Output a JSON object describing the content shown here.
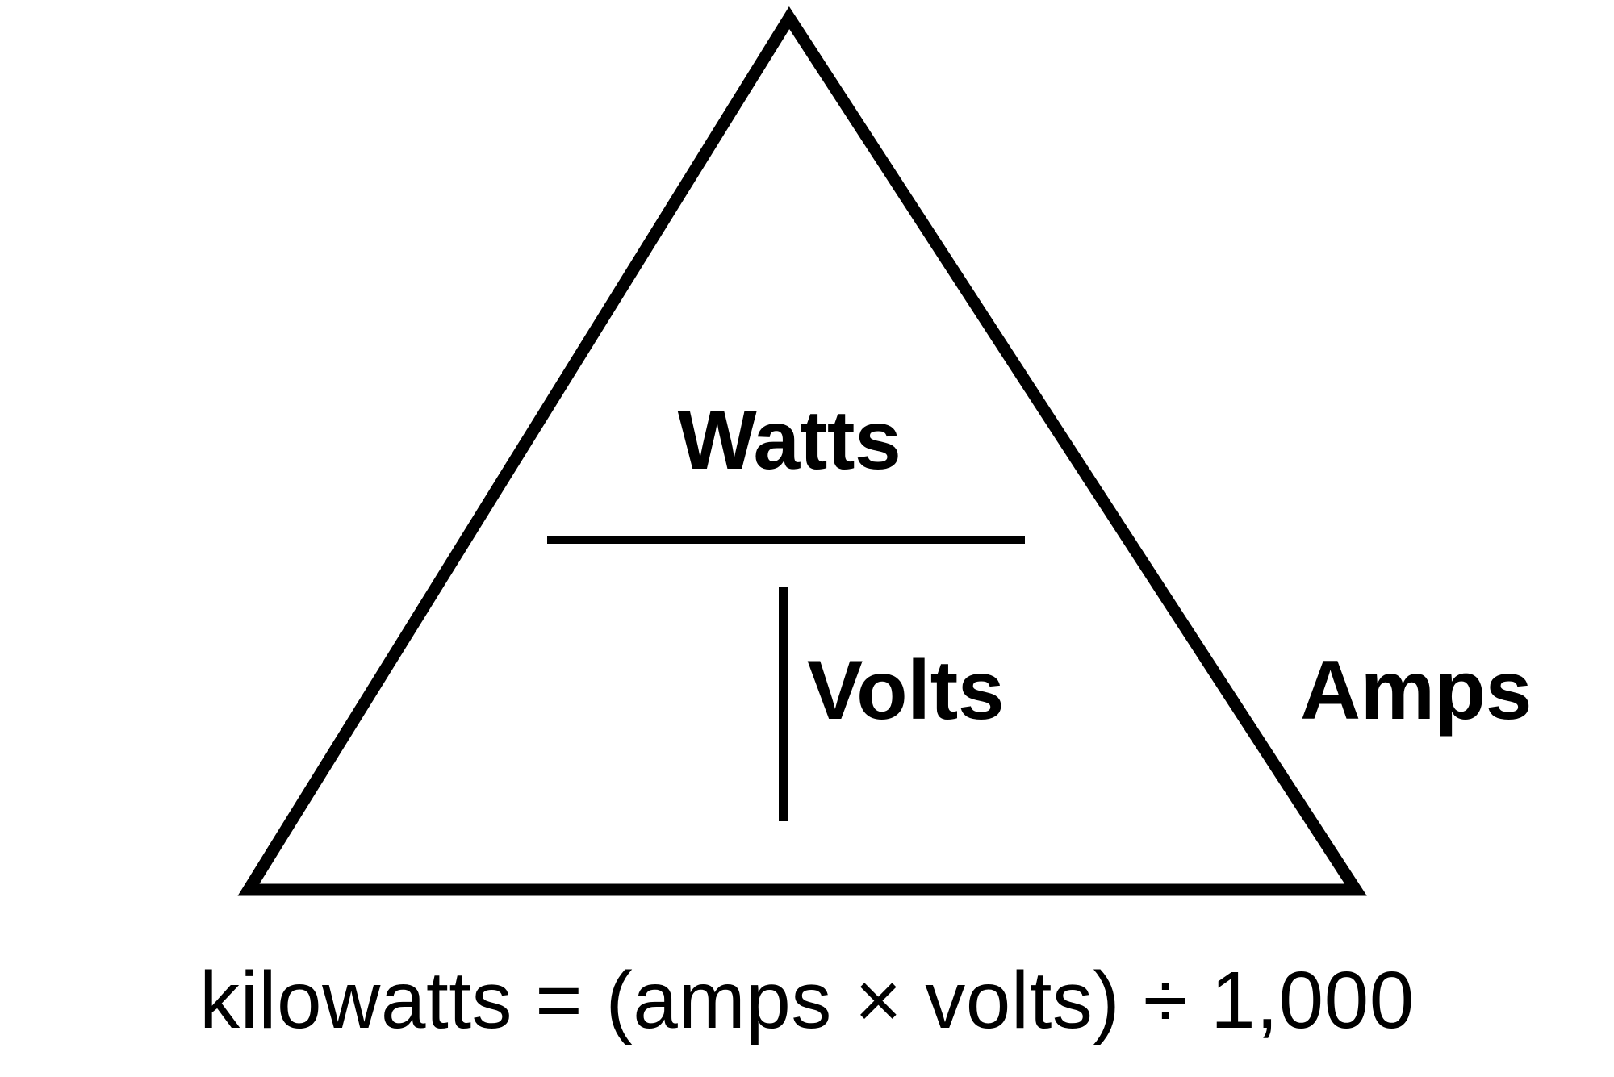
{
  "diagram": {
    "type": "formula-triangle",
    "title_text": "",
    "numerator": {
      "label": "Watts"
    },
    "denominator": {
      "left_label": "Amps",
      "right_label": "Volts"
    },
    "fraction_bar": "horizontal-divider",
    "denominator_divider": "vertical-divider",
    "shape": {
      "name": "triangle",
      "stroke_color": "#000000",
      "fill_color": "#ffffff",
      "stroke_width": 14,
      "apex": "978,22",
      "base_left": "308,1103",
      "base_right": "1680,1103"
    }
  },
  "caption": {
    "formula": "kilowatts = (amps × volts) ÷ 1,000",
    "result_unit": "kilowatts",
    "operand_1": "amps",
    "operand_2": "volts",
    "multiply_symbol": "×",
    "divide_symbol": "÷",
    "divisor": "1,000"
  },
  "colors": {
    "ink": "#000000",
    "background": "#ffffff"
  }
}
